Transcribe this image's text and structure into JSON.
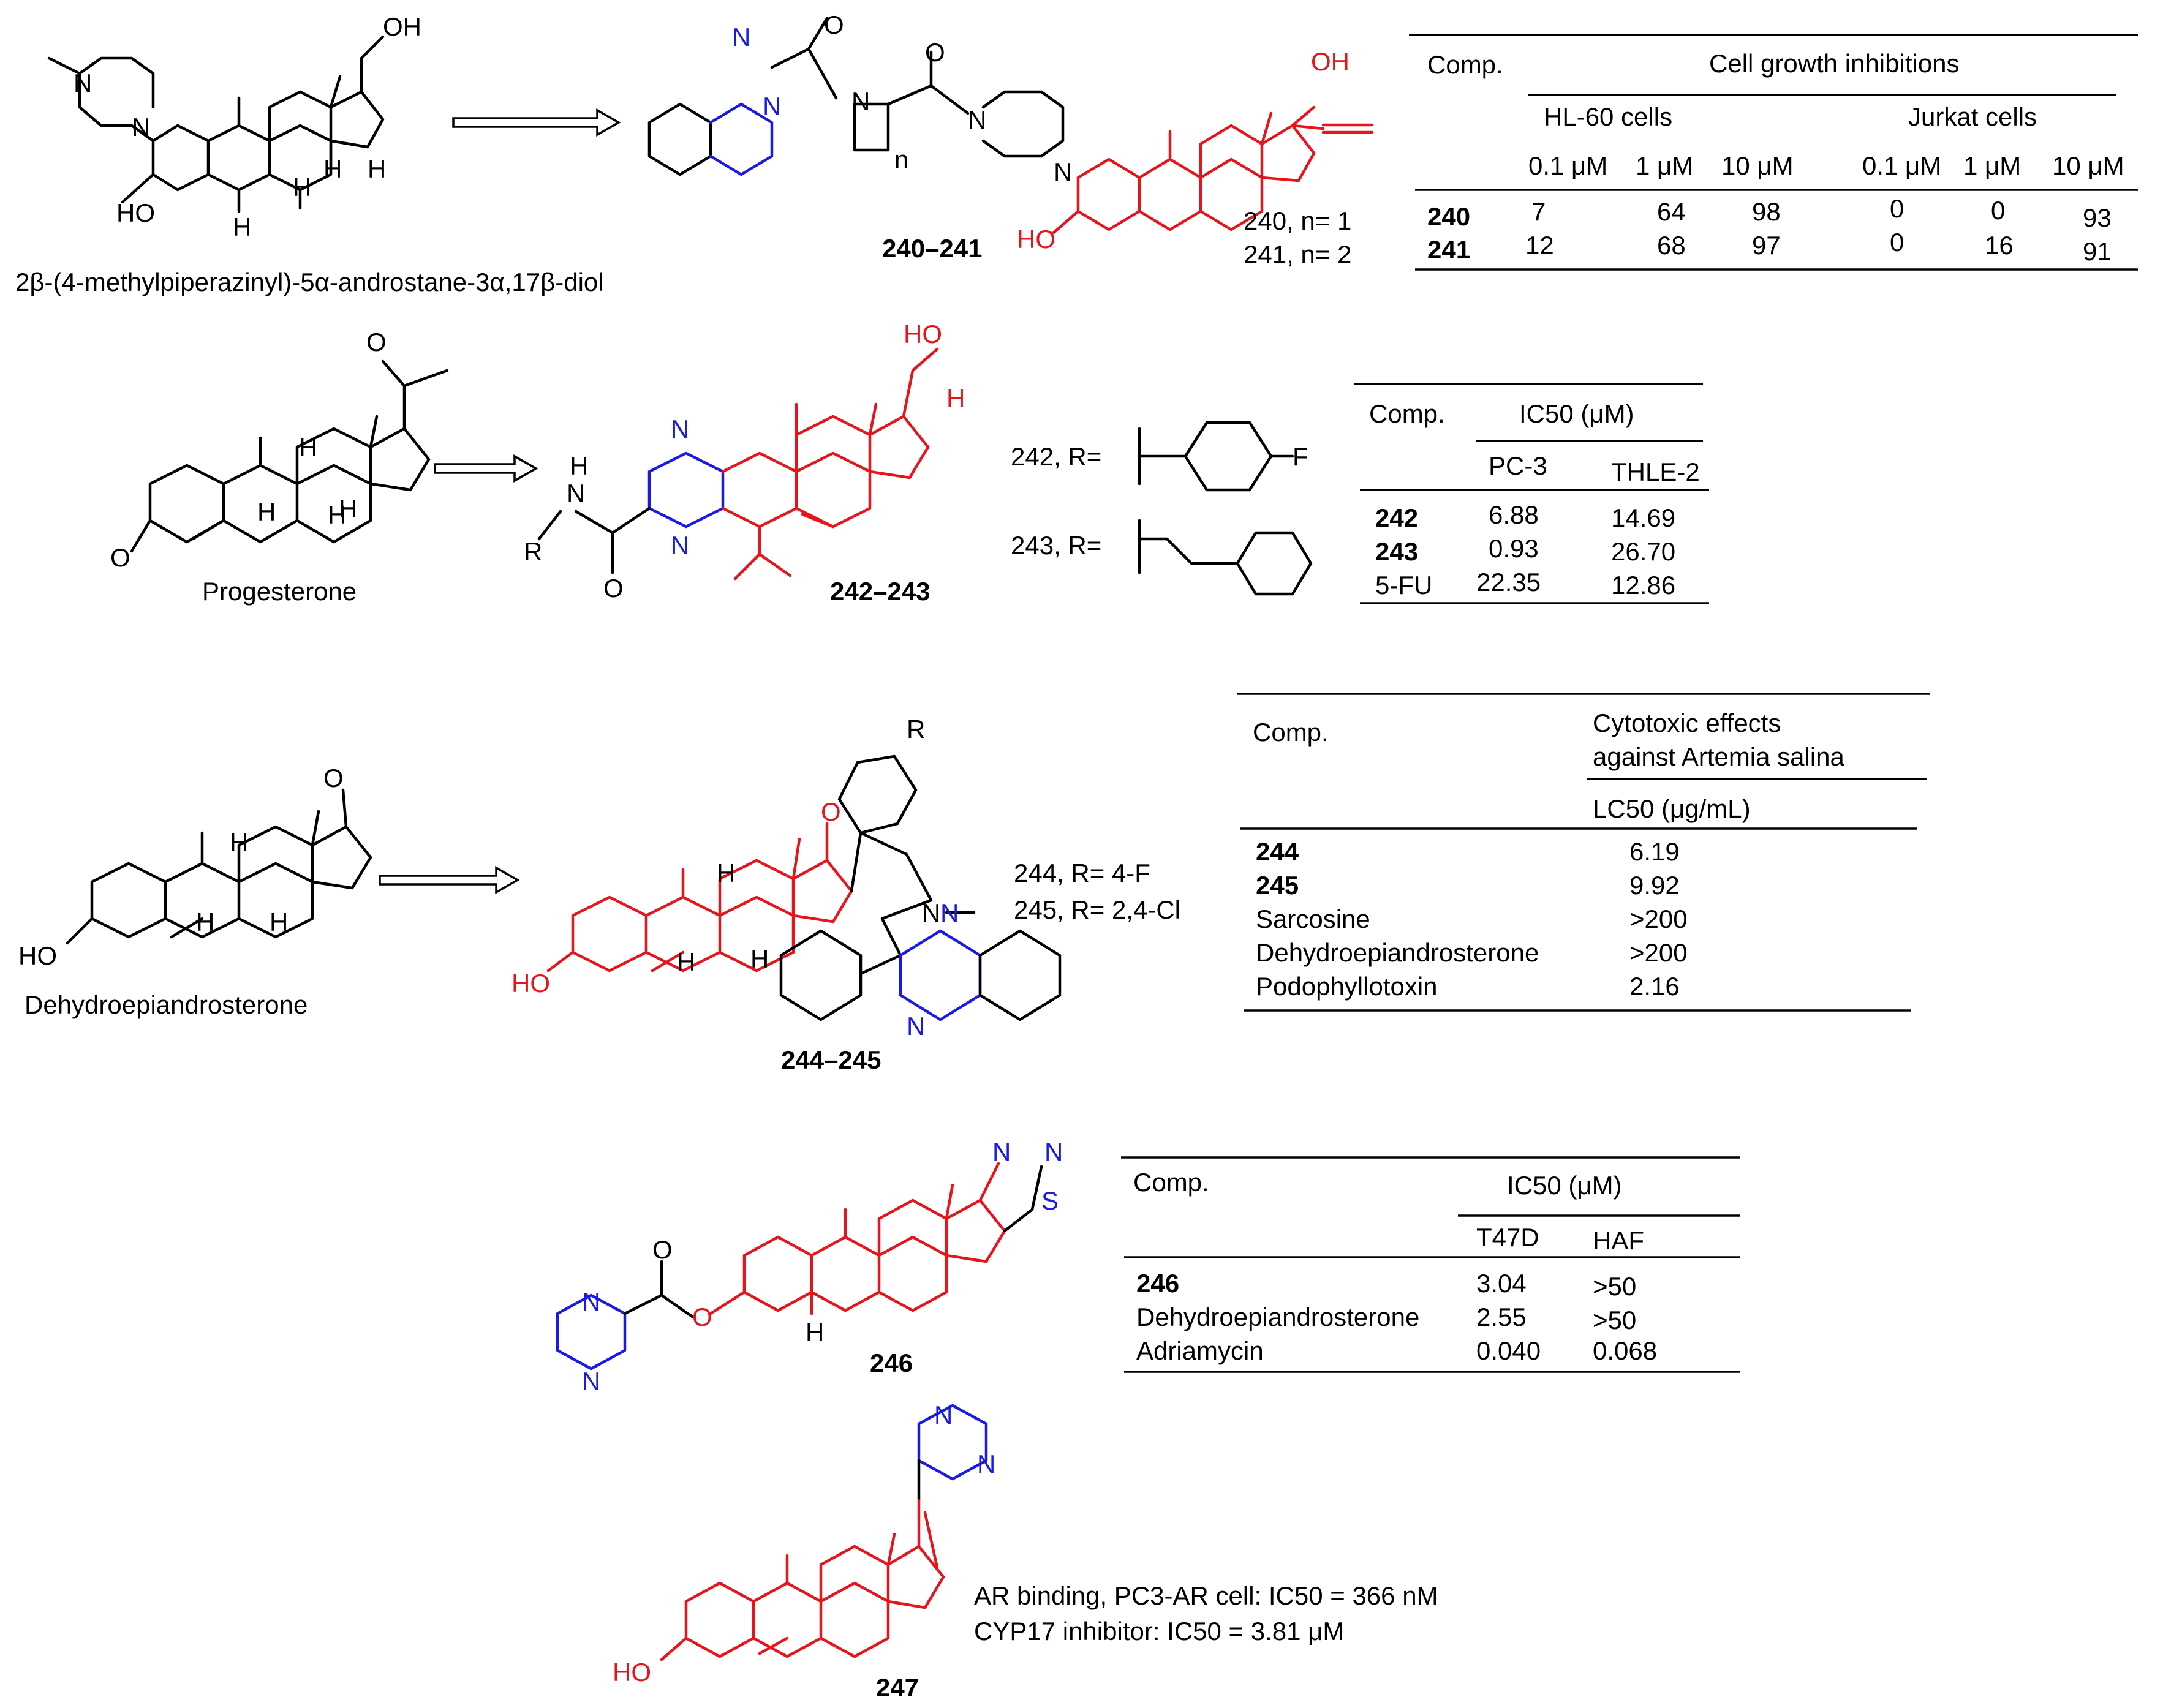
{
  "colors": {
    "scaffold": "#e8141c",
    "heterocycle": "#1a1ae6",
    "ink": "#000000"
  },
  "row1": {
    "parent_name": "2β-(4-methylpiperazinyl)-5α-androstane-3α,17β-diol",
    "label": "240–241",
    "n1": "240, n= 1",
    "n2": "241, n= 2",
    "table": {
      "comp_header": "Comp.",
      "group_header": "Cell growth inhibitions",
      "sub_headers": [
        "HL-60 cells",
        "Jurkat cells"
      ],
      "conc_headers": [
        "0.1 μM",
        "1 μM",
        "10 μM",
        "0.1 μM",
        "1 μM",
        "10 μM"
      ],
      "rows": [
        {
          "comp": "240",
          "values": [
            "7",
            "64",
            "98",
            "0",
            "0",
            "93"
          ]
        },
        {
          "comp": "241",
          "values": [
            "12",
            "68",
            "97",
            "0",
            "16",
            "91"
          ]
        }
      ]
    }
  },
  "row2": {
    "parent_name": "Progesterone",
    "label": "242–243",
    "r242": "242, R=",
    "r243": "243, R=",
    "table": {
      "comp_header": "Comp.",
      "group_header": "IC50 (μM)",
      "sub_headers": [
        "PC-3",
        "THLE-2"
      ],
      "rows": [
        {
          "comp": "242",
          "values": [
            "6.88",
            "14.69"
          ]
        },
        {
          "comp": "243",
          "values": [
            "0.93",
            "26.70"
          ]
        },
        {
          "comp": "5-FU",
          "values": [
            "22.35",
            "12.86"
          ]
        }
      ]
    }
  },
  "row3": {
    "parent_name": "Dehydroepiandrosterone",
    "label": "244–245",
    "r244": "244, R= 4-F",
    "r245": "245, R= 2,4-Cl",
    "table": {
      "comp_header": "Comp.",
      "group_header_line1": "Cytotoxic effects",
      "group_header_line2": "against Artemia salina",
      "sub_header": "LC50 (μg/mL)",
      "rows": [
        {
          "comp": "244",
          "value": "6.19"
        },
        {
          "comp": "245",
          "value": "9.92"
        },
        {
          "comp": "Sarcosine",
          "value": ">200"
        },
        {
          "comp": "Dehydroepiandrosterone",
          "value": ">200"
        },
        {
          "comp": "Podophyllotoxin",
          "value": "2.16"
        }
      ]
    }
  },
  "row4": {
    "label": "246",
    "table": {
      "comp_header": "Comp.",
      "group_header": "IC50 (μM)",
      "sub_headers": [
        "T47D",
        "HAF"
      ],
      "rows": [
        {
          "comp": "246",
          "values": [
            "3.04",
            ">50"
          ]
        },
        {
          "comp": "Dehydroepiandrosterone",
          "values": [
            "2.55",
            ">50"
          ]
        },
        {
          "comp": "Adriamycin",
          "values": [
            "0.040",
            "0.068"
          ]
        }
      ]
    }
  },
  "row5": {
    "label": "247",
    "note1": "AR binding, PC3-AR cell: IC50 = 366 nM",
    "note2": "CYP17 inhibitor: IC50 = 3.81 μM"
  }
}
